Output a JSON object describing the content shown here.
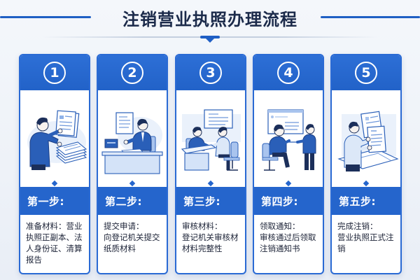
{
  "title": "注销营业执照办理流程",
  "colors": {
    "accent": "#2565cc",
    "header": "#2d6fd6",
    "title_text": "#1b2a4a",
    "background": "#f0f4f9"
  },
  "steps": [
    {
      "number": "1",
      "illustration": "person-reviewing-documents-icon",
      "label": "第一步:",
      "desc_title": "准备材料：",
      "desc_body": "营业执照正副本、法人身份证、清算报告"
    },
    {
      "number": "2",
      "illustration": "person-at-desk-submitting-icon",
      "label": "第二步:",
      "desc_title": "提交申请：",
      "desc_body": "向登记机关提交纸质材料"
    },
    {
      "number": "3",
      "illustration": "two-people-meeting-icon",
      "label": "第三步:",
      "desc_title": "审核材料：",
      "desc_body": "登记机关审核材材料完整性"
    },
    {
      "number": "4",
      "illustration": "two-people-screen-notification-icon",
      "label": "第四步:",
      "desc_title": "领取通知：",
      "desc_body": "审核通过后领取注销通知书"
    },
    {
      "number": "5",
      "illustration": "person-holding-certificate-icon",
      "label": "第五步:",
      "desc_title": "完成注销：",
      "desc_body": "营业执照正式注销"
    }
  ]
}
